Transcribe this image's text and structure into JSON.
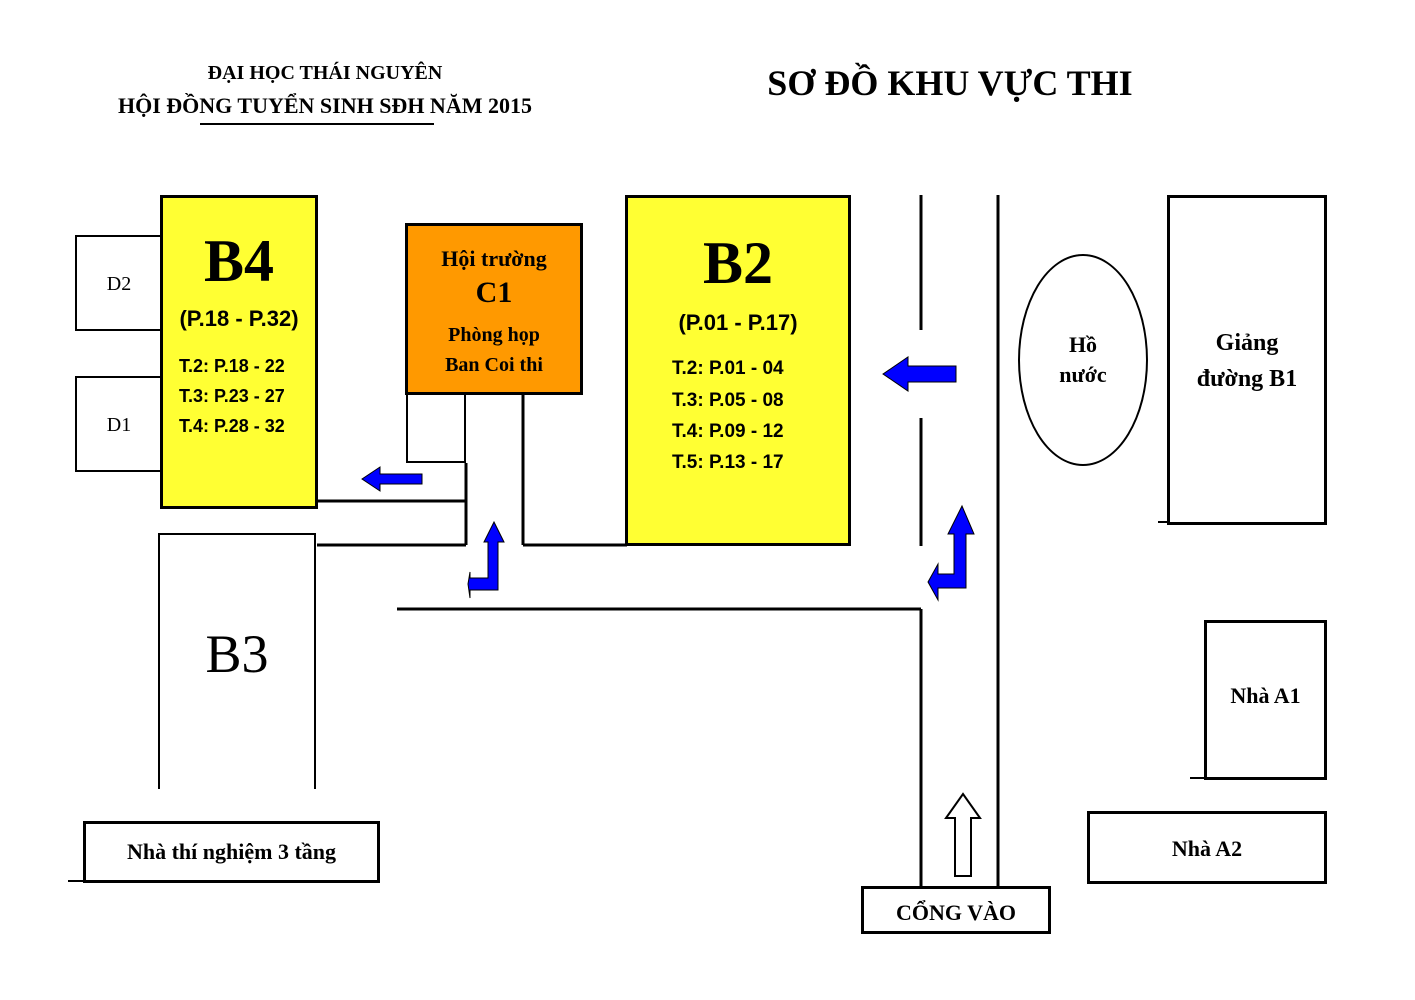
{
  "header": {
    "org": "ĐẠI HỌC THÁI NGUYÊN",
    "council": "HỘI ĐỒNG TUYỂN SINH SĐH NĂM 2015",
    "title": "SƠ ĐỒ KHU VỰC THI"
  },
  "buildings": {
    "b4": {
      "name": "B4",
      "range": "(P.18 - P.32)",
      "floors": [
        "T.2: P.18 - 22",
        "T.3: P.23 - 27",
        "T.4: P.28 - 32"
      ]
    },
    "d2": {
      "name": "D2"
    },
    "d1": {
      "name": "D1"
    },
    "c1": {
      "line1": "Hội trường",
      "line2": "C1",
      "line3": "Phòng họp",
      "line4": "Ban Coi thi"
    },
    "b2": {
      "name": "B2",
      "range": "(P.01 - P.17)",
      "floors": [
        "T.2: P.01 - 04",
        "T.3: P.05 - 08",
        "T.4: P.09 - 12",
        "T.5: P.13 - 17"
      ]
    },
    "b3": {
      "name": "B3"
    },
    "lake": {
      "line1": "Hồ",
      "line2": "nước"
    },
    "b1": {
      "line1": "Giảng",
      "line2": "đường B1"
    },
    "a1": {
      "name": "Nhà A1"
    },
    "a2": {
      "name": "Nhà A2"
    },
    "lab": {
      "name": "Nhà thí nghiệm 3 tầng"
    },
    "gate": {
      "name": "CỔNG VÀO"
    }
  },
  "colors": {
    "yellow": "#ffff33",
    "orange": "#ff9900",
    "arrow_blue": "#0000ff"
  }
}
